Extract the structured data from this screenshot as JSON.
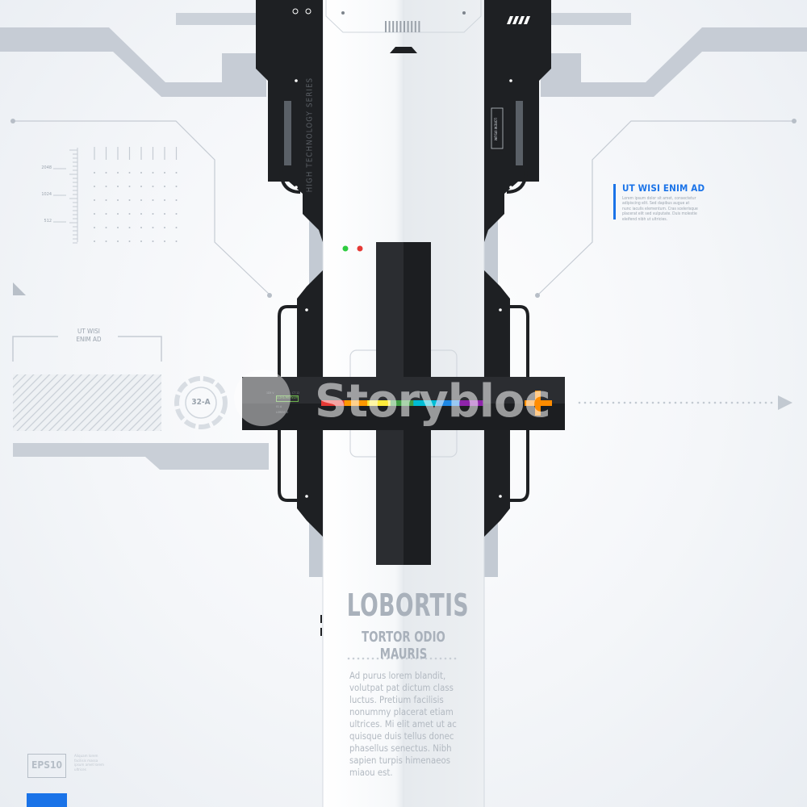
{
  "header": {
    "vertical_label": "HIGH TECHNOLOGY SERIES",
    "vertical_small_label": "LOREM IPSUM"
  },
  "hud_note": {
    "title": "UT WISI ENIM AD",
    "body": "Lorem ipsum dolor sit amet, consectetur adipiscing elit. Sed dapibus augue at nunc iaculis elementum. Cras scelerisque placerat elit sed vulputate. Duis molestie eleifend nibh ut ultricies."
  },
  "left_panel": {
    "box_label": "UT WISI\nENIM AD",
    "scale_labels": [
      "2048",
      "1024",
      "512"
    ],
    "badge": "32-A"
  },
  "center_panel": {
    "button_label": "LOREMIPSUM",
    "tiny_labels": [
      "1D5 V",
      "CT 12",
      "01 A",
      "LOREM ID"
    ]
  },
  "main_text": {
    "title": "LOBORTIS",
    "subtitle": "TORTOR ODIO MAURIS",
    "body": "Ad purus lorem blandit, volutpat pat dictum class luctus. Pretium facilisis nonummy placerat etiam ultrices. Mi elit amet ut ac quisque duis tellus donec phasellus senectus. Nibh sapien turpis himenaeos miaou est."
  },
  "footer": {
    "logo": "EPS10",
    "note": "Aliquam lorem facilisis massa ipsum amet lorem ultrices"
  },
  "watermark": "Storybloc",
  "colors": {
    "accent_blue": "#1a73e8",
    "dark_metal": "#1e2023",
    "light_grey": "#c3cad3",
    "led_green": "#2ecc40",
    "led_red": "#e53935",
    "orange": "#ff8c00"
  },
  "spectrum": [
    "#e53935",
    "#ff9800",
    "#ffeb3b",
    "#43a047",
    "#00bcd4",
    "#1e88e5",
    "#8e24aa"
  ]
}
